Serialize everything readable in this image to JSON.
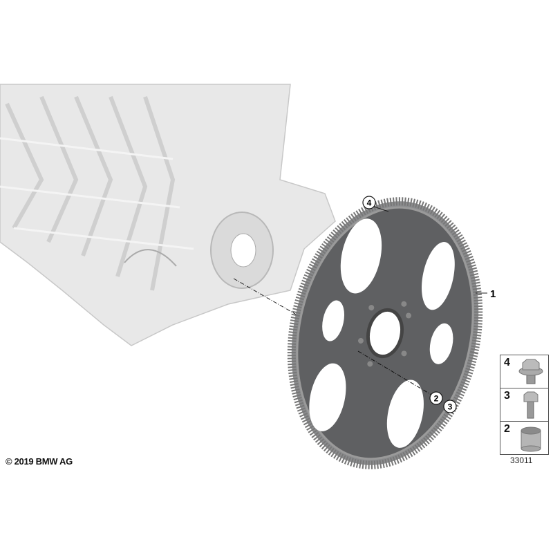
{
  "copyright": "© 2019 BMW AG",
  "diagram_number": "33011",
  "callouts": {
    "flywheel": "1",
    "dowel_sleeve": "2",
    "bolt": "3",
    "flange_bolt": "4"
  },
  "legend": [
    {
      "number": "4",
      "icon": "flange-bolt-icon"
    },
    {
      "number": "3",
      "icon": "hex-bolt-icon"
    },
    {
      "number": "2",
      "icon": "dowel-sleeve-icon"
    }
  ],
  "colors": {
    "flywheel": "#5f6062",
    "engine_block": "#e6e6e6",
    "outline": "#222222"
  }
}
